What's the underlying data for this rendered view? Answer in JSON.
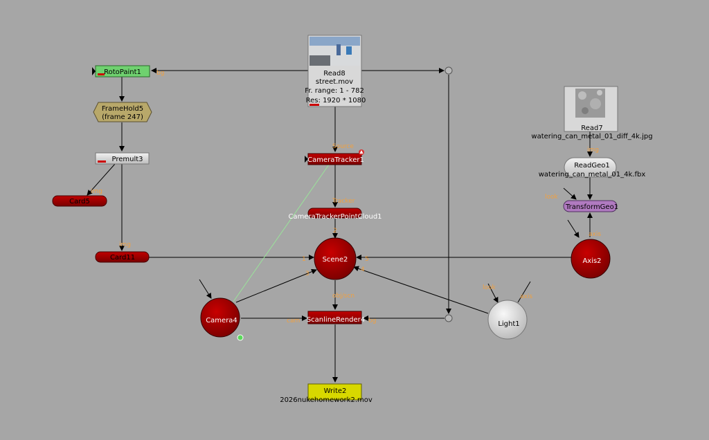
{
  "colors": {
    "background": "#a6a6a6",
    "red_node": "#a80000",
    "read_node": "#d8d8d8",
    "rotopaint": "#6fd16f",
    "framehold": "#b8a86a",
    "transformgeo": "#b07ac0",
    "write_node": "#d8d800",
    "pin_label": "#f0a040",
    "green_link": "#9ae49a"
  },
  "nodes": {
    "read8": {
      "name": "Read8",
      "file": "street.mov",
      "range": "Fr. range: 1 - 782",
      "res": "Res: 1920 * 1080"
    },
    "read7": {
      "name": "Read7",
      "file": "watering_can_metal_01_diff_4k.jpg"
    },
    "rotopaint": {
      "name": "RotoPaint1"
    },
    "framehold": {
      "name": "FrameHold5",
      "frame": "(frame 247)"
    },
    "premult": {
      "name": "Premult3"
    },
    "card5": {
      "name": "Card5"
    },
    "card11": {
      "name": "Card11"
    },
    "cameratracker": {
      "name": "CameraTracker1"
    },
    "pointcloud": {
      "name": "CameraTrackerPointCloud1"
    },
    "scene": {
      "name": "Scene2"
    },
    "camera": {
      "name": "Camera4"
    },
    "scanline": {
      "name": "ScanlineRender4"
    },
    "write": {
      "name": "Write2",
      "file": "2026nukehomework2.mov"
    },
    "light": {
      "name": "Light1"
    },
    "axis": {
      "name": "Axis2"
    },
    "readgeo": {
      "name": "ReadGeo1",
      "file": "watering_can_metal_01_4k.fbx"
    },
    "transformgeo": {
      "name": "TransformGeo1"
    }
  },
  "pins": {
    "bg_roto": "bg",
    "img_card5": "img",
    "img_card11": "img",
    "source": "Source",
    "tracker": "Tracker",
    "pc_out": "2",
    "scene_1": "1",
    "scene_3": "3",
    "scene_4": "4",
    "scene_5": "5",
    "objscn": "obj/scn",
    "cam": "cam",
    "bg_scan": "bg",
    "img_read7": "img",
    "look_tg": "look",
    "axis_pin": "axis",
    "look_light": "look",
    "axis_light": "axis"
  }
}
